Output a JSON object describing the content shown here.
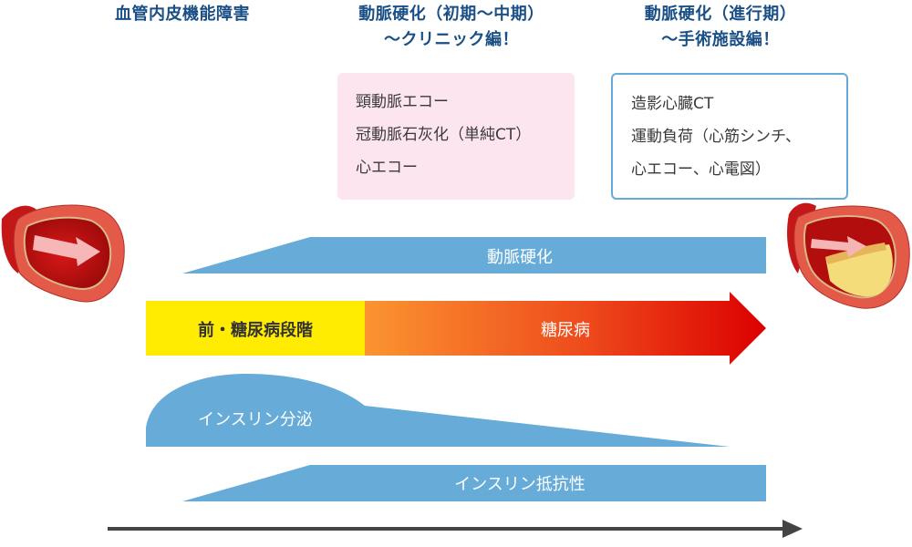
{
  "stages": [
    {
      "title_line1": "血管内皮機能障害",
      "title_line2": ""
    },
    {
      "title_line1": "動脈硬化（初期〜中期）",
      "title_line2": "〜クリニック編！"
    },
    {
      "title_line1": "動脈硬化（進行期）",
      "title_line2": "〜手術施設編！"
    }
  ],
  "boxes": {
    "clinic": {
      "lines": [
        "頸動脈エコー",
        "冠動脈石灰化（単純CT）",
        "心エコー"
      ],
      "bg_color": "#fde5ef"
    },
    "hospital": {
      "lines": [
        "造影心臓CT",
        "運動負荷（心筋シンチ、",
        "心エコー、心電図）"
      ],
      "border_color": "#67a9d9"
    }
  },
  "bars": {
    "arteriosclerosis": {
      "label": "動脈硬化",
      "color": "#67acd9"
    },
    "prediabetes": {
      "label": "前・糖尿病段階",
      "color": "#ffec00"
    },
    "diabetes": {
      "label": "糖尿病",
      "gradient_start": "#fb9430",
      "gradient_end": "#dc0000"
    },
    "insulin_secretion": {
      "label": "インスリン分泌",
      "color": "#67acd9"
    },
    "insulin_resistance": {
      "label": "インスリン抵抗性",
      "color": "#67acd9"
    }
  },
  "illustrations": {
    "left": "healthy-artery-icon",
    "right": "plaque-artery-icon"
  },
  "time_axis": {
    "color": "#444444"
  }
}
